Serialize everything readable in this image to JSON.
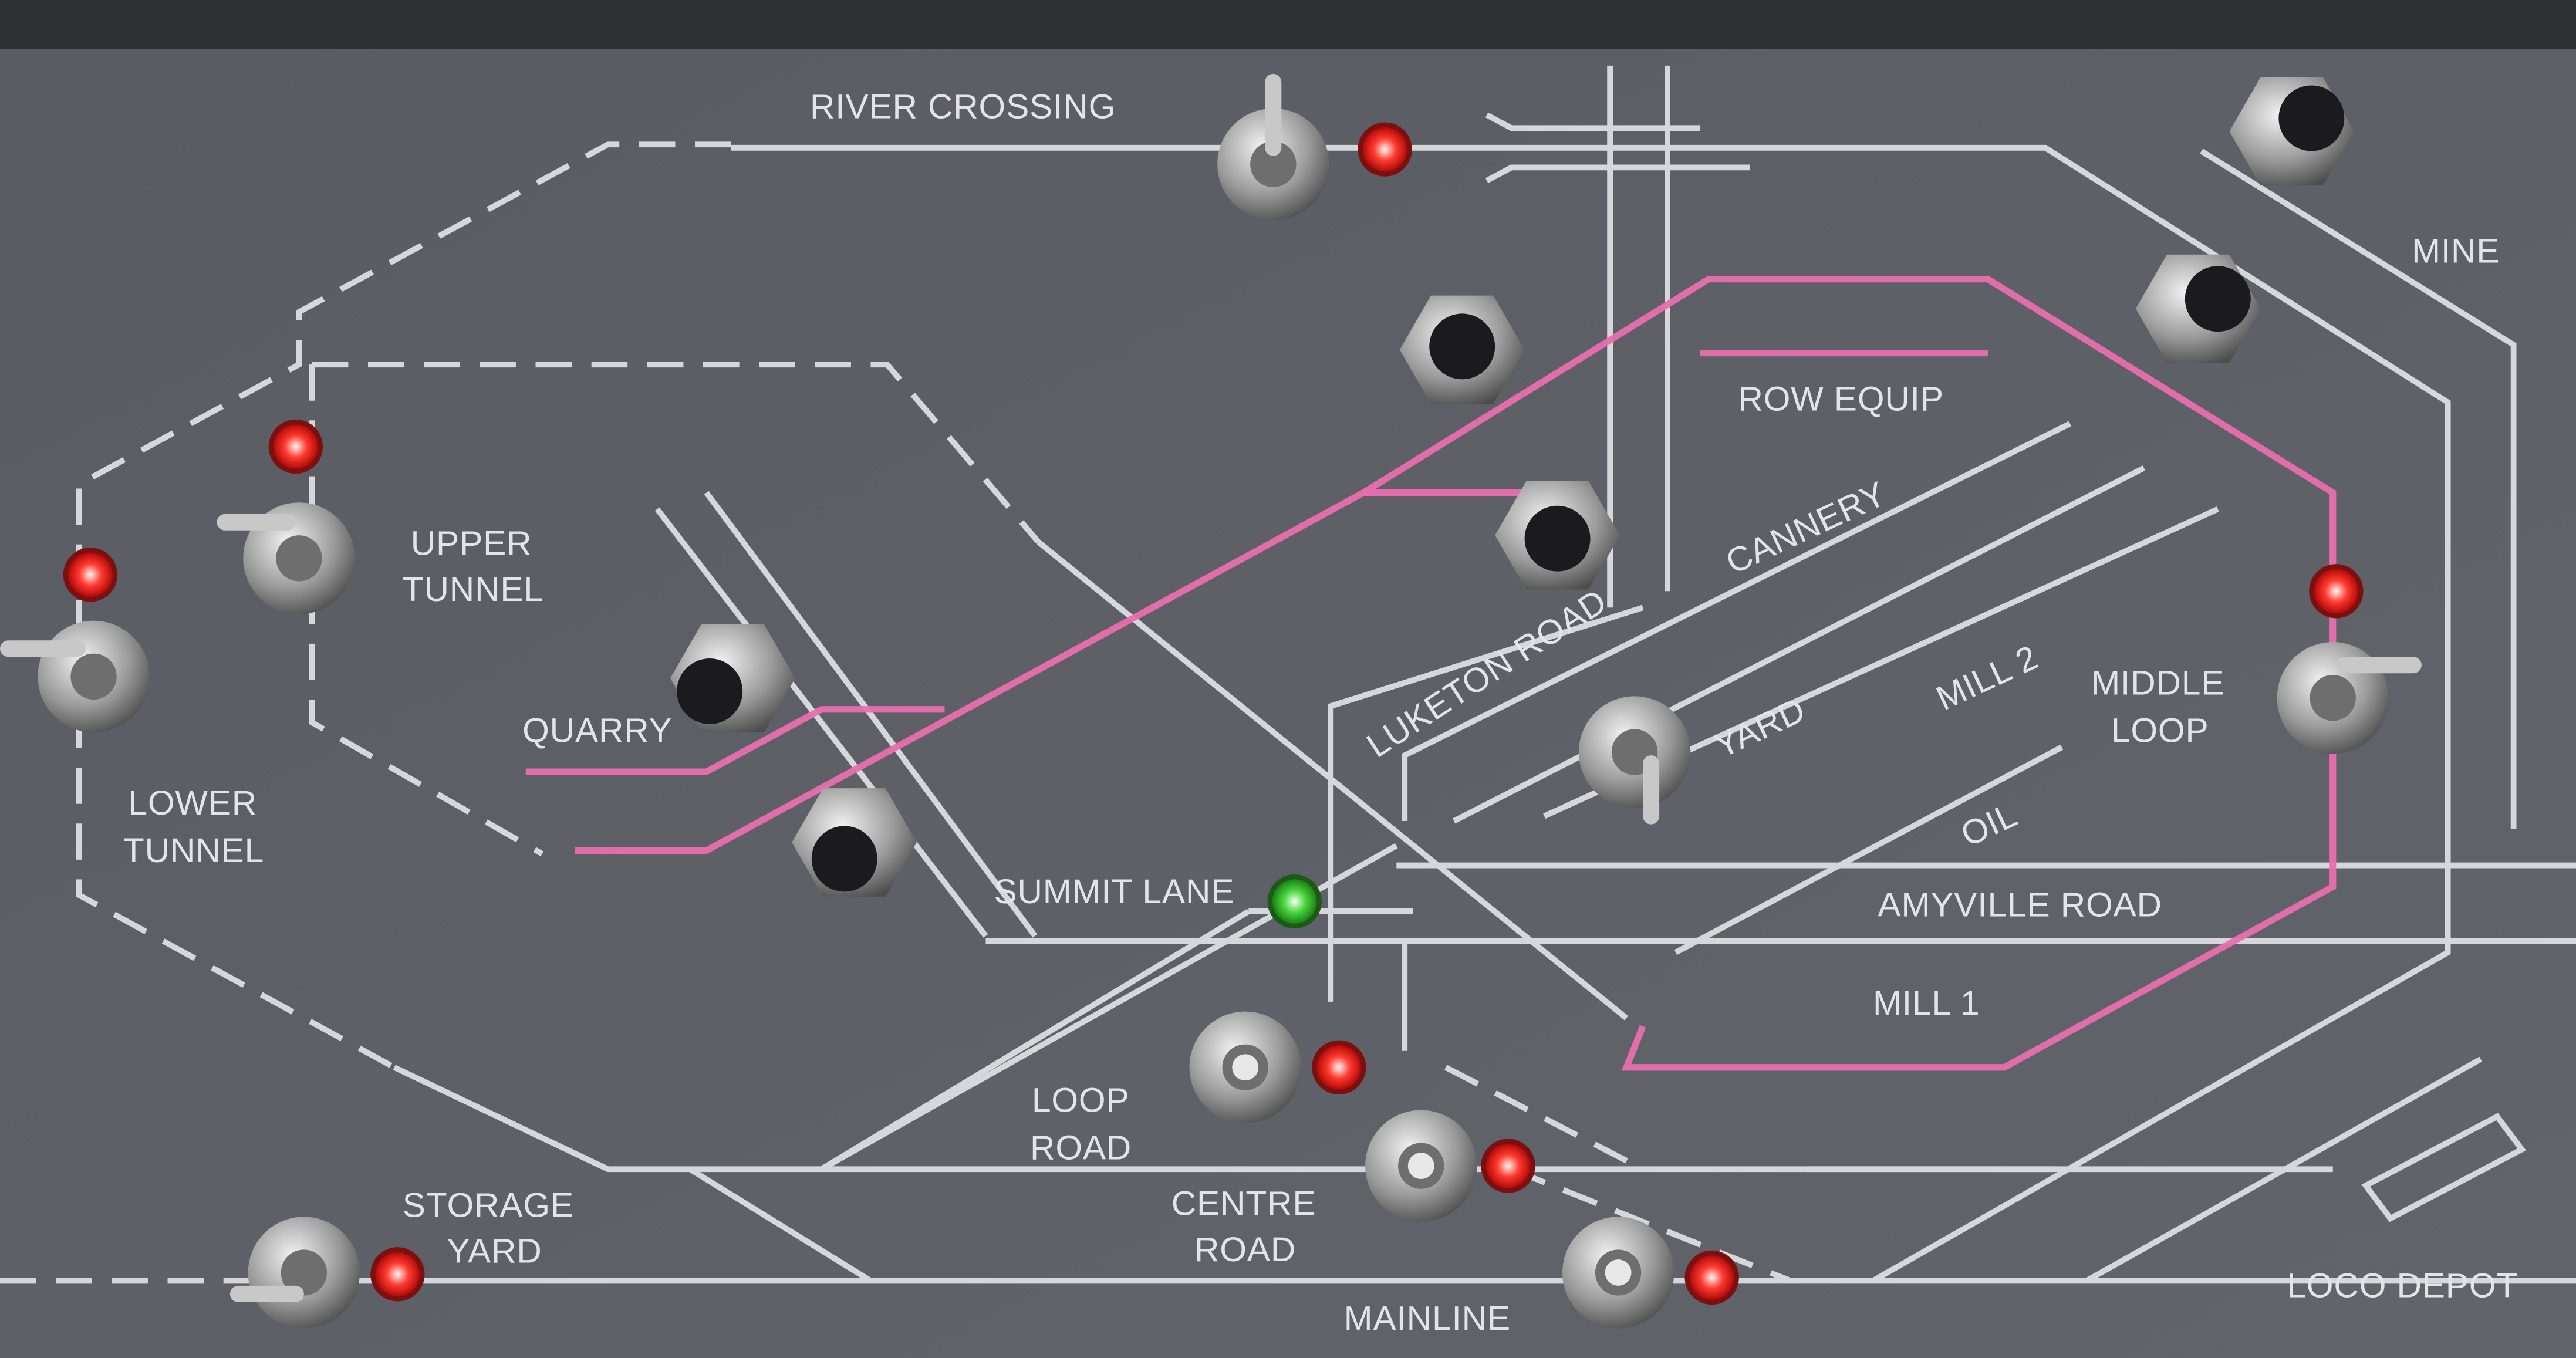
{
  "panel": {
    "labels": {
      "river_crossing": "RIVER CROSSING",
      "mine": "MINE",
      "row_equip": "ROW EQUIP",
      "upper_tunnel_1": "UPPER",
      "upper_tunnel_2": "TUNNEL",
      "cannery": "CANNERY",
      "luketon_road": "LUKETON ROAD",
      "quarry": "QUARRY",
      "yard": "YARD",
      "mill_2": "MILL 2",
      "middle_loop_1": "MIDDLE",
      "middle_loop_2": "LOOP",
      "lower_tunnel_1": "LOWER",
      "lower_tunnel_2": "TUNNEL",
      "oil": "OIL",
      "summit_lane": "SUMMIT LANE",
      "amyville_road": "AMYVILLE ROAD",
      "mill_1": "MILL 1",
      "loop_road_1": "LOOP",
      "loop_road_2": "ROAD",
      "storage_yard_1": "STORAGE",
      "storage_yard_2": "YARD",
      "centre_road_1": "CENTRE",
      "centre_road_2": "ROAD",
      "mainline": "MAINLINE",
      "loco_depot": "LOCO  DEPOT"
    },
    "colors": {
      "panel": "#5d5f66",
      "track": "#d6d7db",
      "route": "#e86fae",
      "led_red": "#ff2a2a",
      "led_green": "#3fd13a"
    }
  }
}
